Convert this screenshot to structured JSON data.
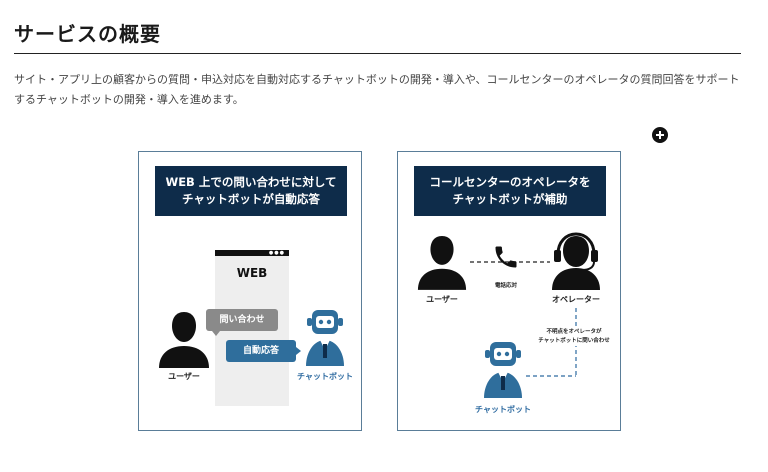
{
  "section": {
    "title": "サービスの概要",
    "description": "サイト・アプリ上の顧客からの質問・申込対応を自動対応するチャットボットの開発・導入や、コールセンターのオペレータの質問回答をサポートするチャットボットの開発・導入を進めます。"
  },
  "expand_button": {
    "icon": "plus-icon"
  },
  "card1": {
    "banner_line1": "WEB 上での問い合わせに対して",
    "banner_line2": "チャットボットが自動応答",
    "web_label": "WEB",
    "bubble_inquiry": "問い合わせ",
    "bubble_auto": "自動応答",
    "user_label": "ユーザー",
    "bot_label": "チャットボット"
  },
  "card2": {
    "banner_line1": "コールセンターのオペレータを",
    "banner_line2": "チャットボットが補助",
    "user_label": "ユーザー",
    "phone_label": "電話応対",
    "operator_label": "オペレーター",
    "note_line1": "不明点をオペレータが",
    "note_line2": "チャットボットに問い合わせ",
    "bot_label": "チャットボット"
  },
  "colors": {
    "banner": "#0e2c4a",
    "card_border": "#5a7d98",
    "accent_blue": "#2d6aa0",
    "bubble_gray": "#8a8a8a"
  }
}
